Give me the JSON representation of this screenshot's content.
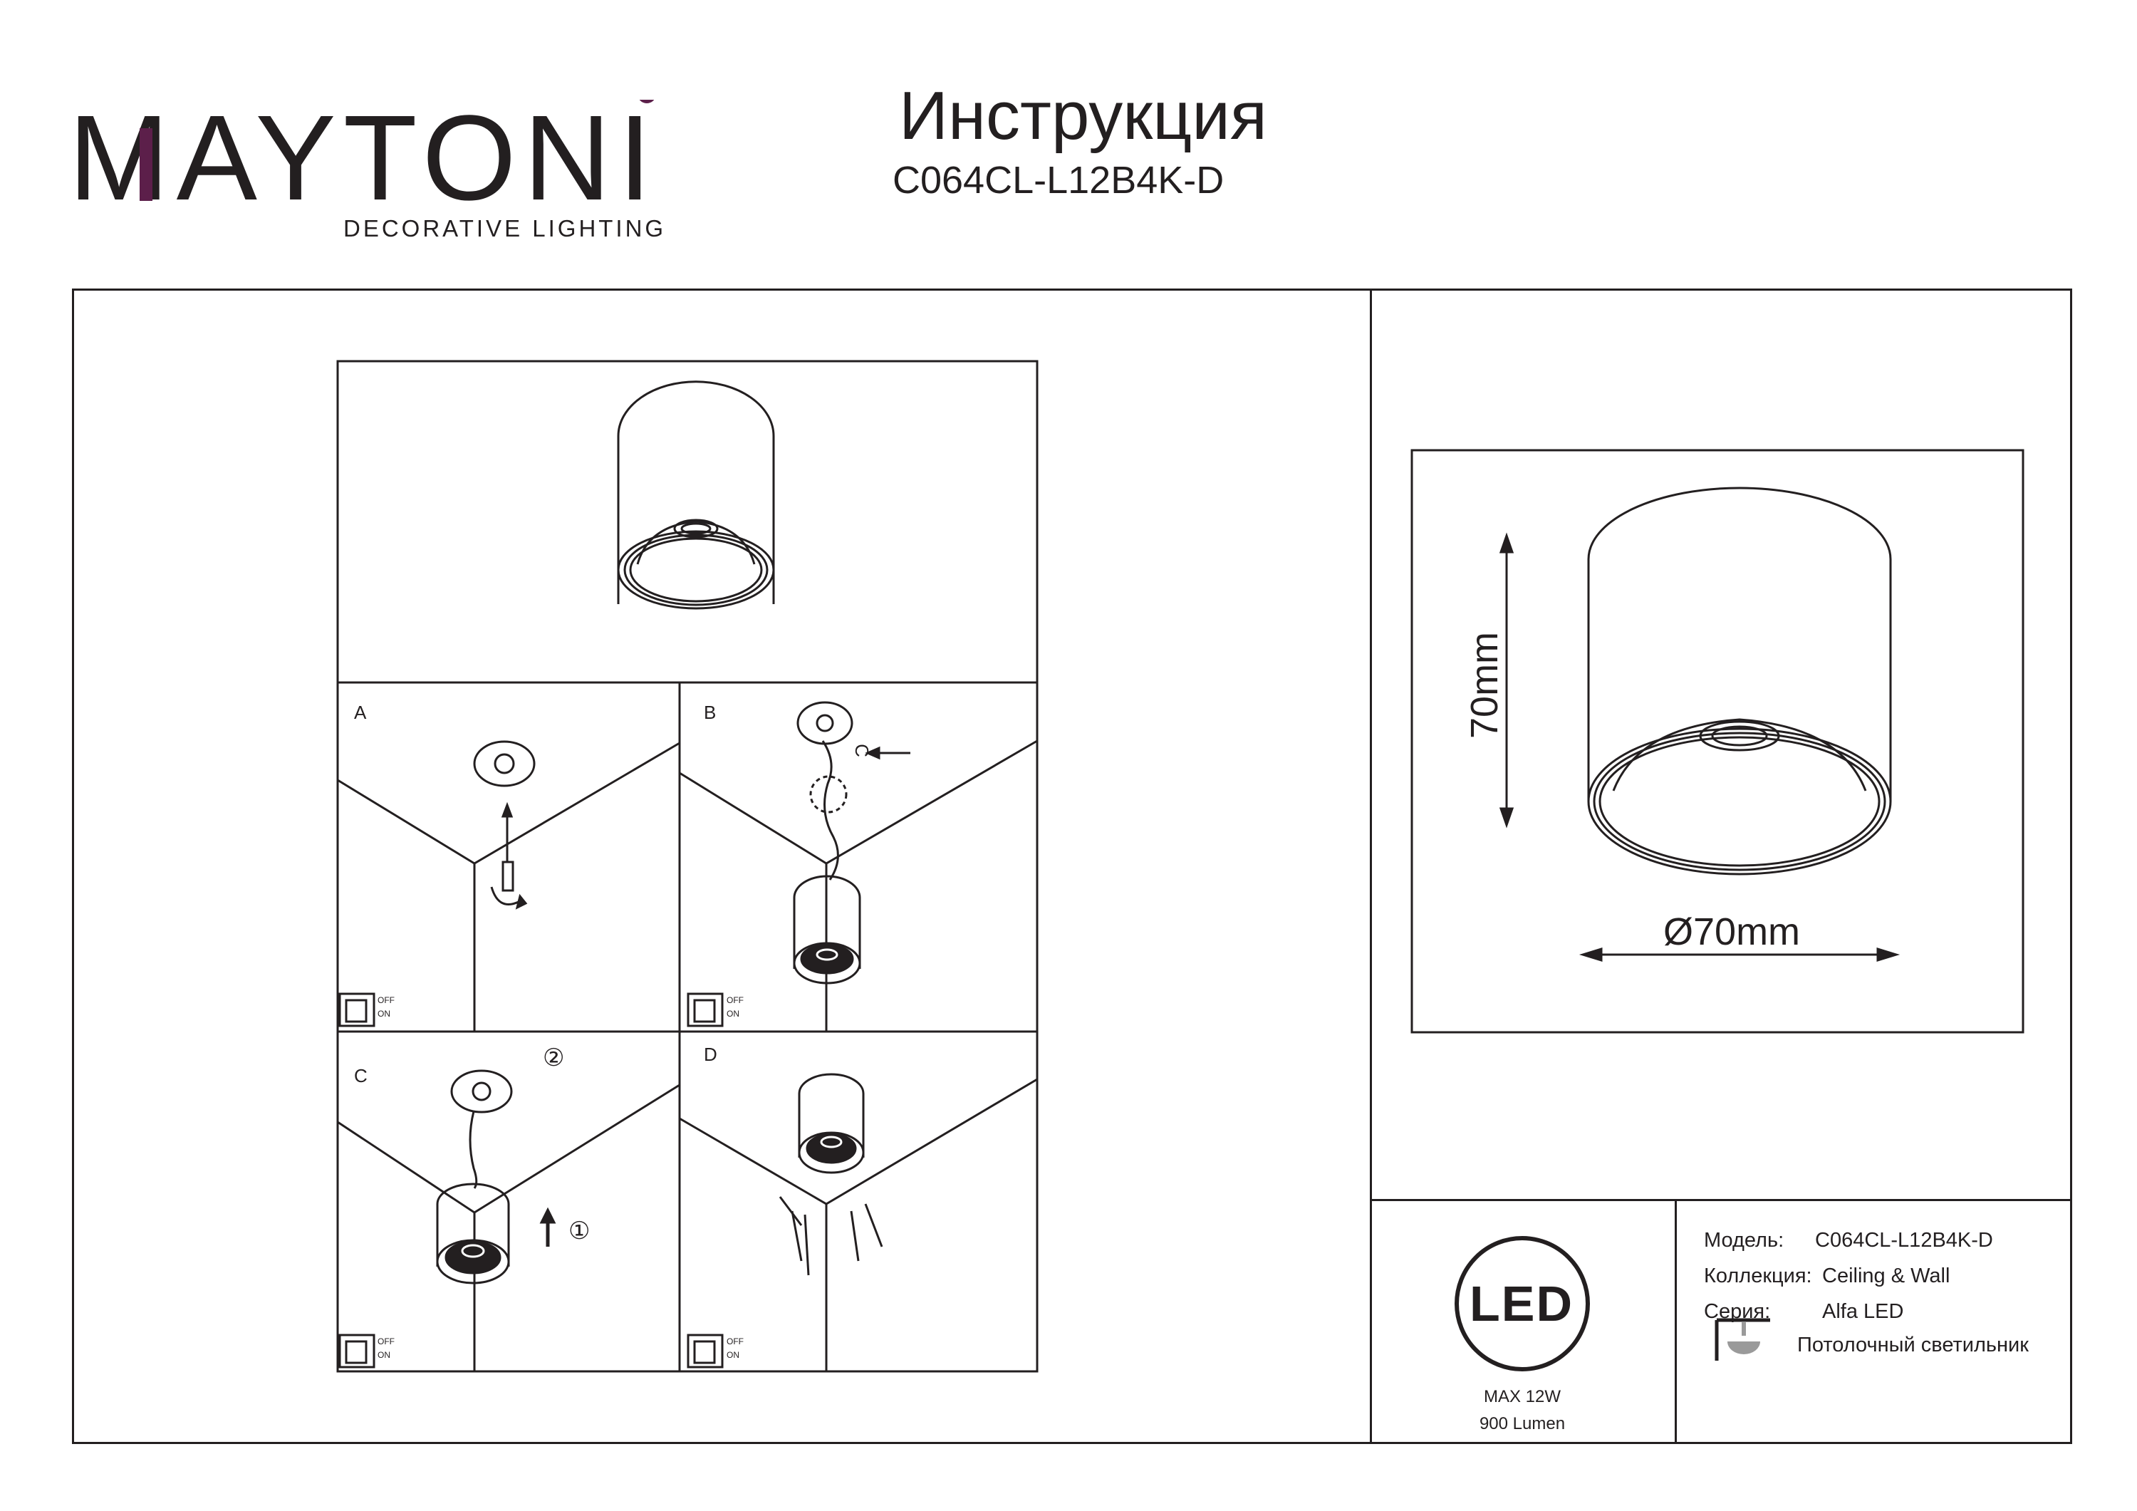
{
  "header": {
    "brand": "MAYTONI",
    "brand_subtitle": "DECORATIVE LIGHTING",
    "title": "Инструкция",
    "model": "C064CL-L12B4K-D"
  },
  "steps": {
    "a_label": "A",
    "b_label": "B",
    "c_label": "C",
    "d_label": "D",
    "b_callout": "C",
    "switch_off": "OFF",
    "switch_on": "ON",
    "c_step_one": "①",
    "c_step_two": "②"
  },
  "dimensions": {
    "height": "70mm",
    "diameter": "Ø70mm"
  },
  "led_badge": {
    "text": "LED",
    "max_power": "MAX 12W",
    "lumen": "900 Lumen"
  },
  "info": {
    "model_label": "Модель:",
    "model_value": "C064CL-L12B4K-D",
    "collection_label": "Коллекция:",
    "collection_value": "Ceiling & Wall",
    "series_label": "Серия:",
    "series_value": "Alfa LED",
    "type_value": "Потолочный светильник"
  },
  "colors": {
    "ink": "#231f20",
    "brand_accent": "#5c1f4a"
  }
}
